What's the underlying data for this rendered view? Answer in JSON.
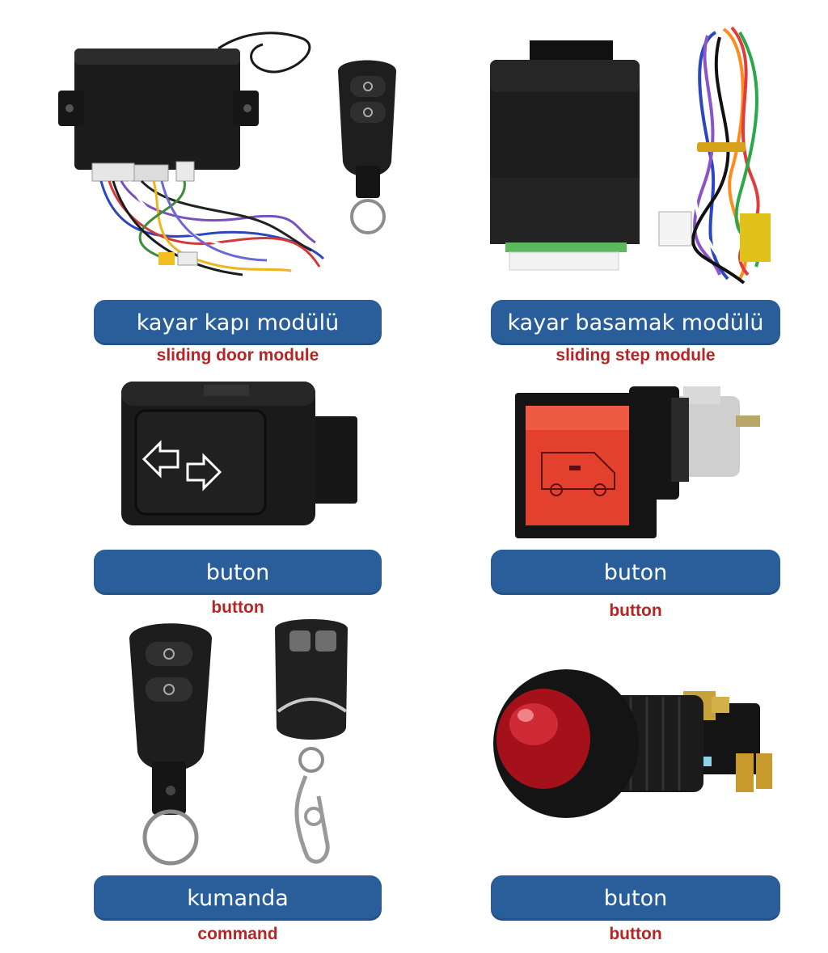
{
  "products": [
    {
      "label": "kayar kapı modülü",
      "sublabel": "sliding door module",
      "icon": "sliding-door-module-icon"
    },
    {
      "label": "kayar basamak modülü",
      "sublabel": "sliding step module",
      "icon": "sliding-step-module-icon"
    },
    {
      "label": "buton",
      "sublabel": "button",
      "icon": "rocker-switch-icon"
    },
    {
      "label": "buton",
      "sublabel": "button",
      "icon": "van-indicator-button-icon"
    },
    {
      "label": "kumanda",
      "sublabel": "command",
      "icon": "remote-controls-icon"
    },
    {
      "label": "buton",
      "sublabel": "button",
      "icon": "red-push-button-icon"
    }
  ],
  "colors": {
    "pill": "#2a5e9a",
    "pill_text": "#ffffff",
    "sublabel": "#b52525",
    "background": "#ffffff"
  }
}
